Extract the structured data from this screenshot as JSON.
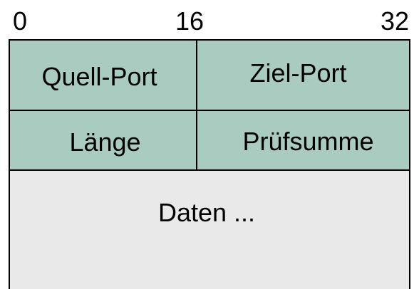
{
  "bit_scale": {
    "start": "0",
    "middle": "16",
    "end": "32"
  },
  "header": {
    "source_port": "Quell-Port",
    "destination_port": "Ziel-Port",
    "length": "Länge",
    "checksum": "Prüfsumme"
  },
  "payload": {
    "label": "Daten ..."
  },
  "colors": {
    "header_fill": "#a9cbc0",
    "data_fill": "#e9e9e9",
    "border": "#000000"
  }
}
